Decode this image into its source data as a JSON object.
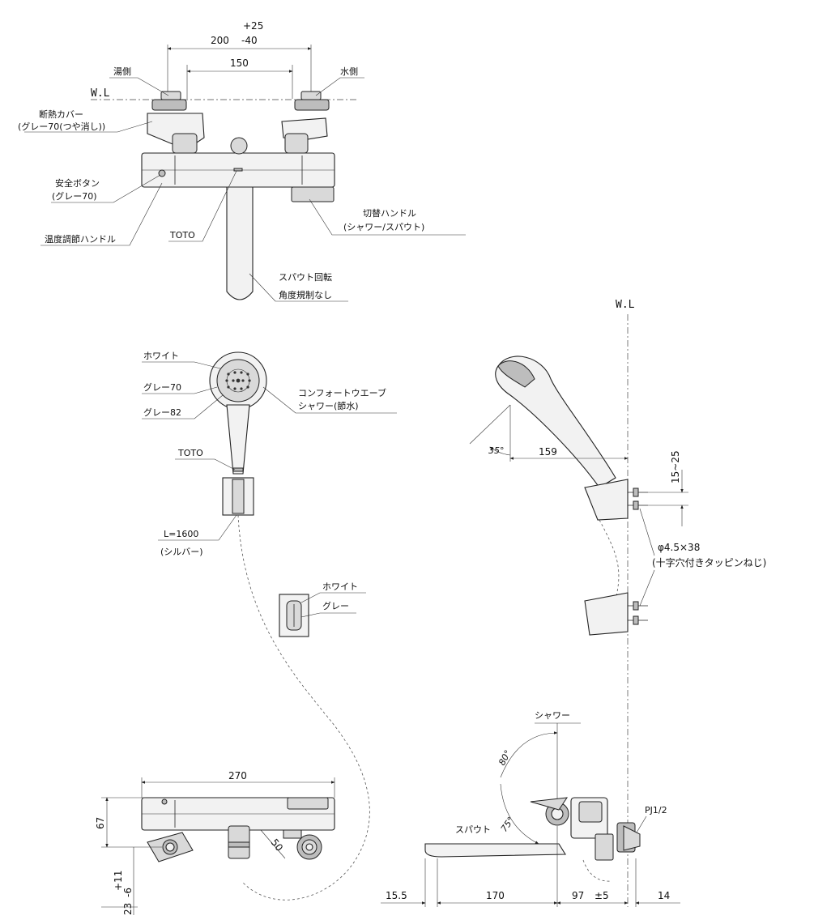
{
  "colors": {
    "line": "#222222",
    "fill_light": "#f2f2f2",
    "fill_mid": "#d9d9d9",
    "fill_dark": "#bdbdbd"
  },
  "top_view": {
    "dim_tolerance_plus": "+25",
    "dim_width": "200",
    "dim_tolerance_minus": "-40",
    "dim_spacing": "150",
    "wl": "W.L",
    "hot_side": "湯側",
    "cold_side": "水側",
    "insulation_cover": "断熱カバー",
    "insulation_cover_color": "(グレー70(つや消し))",
    "safety_button": "安全ボタン",
    "safety_button_color": "(グレー70)",
    "temp_handle": "温度調節ハンドル",
    "toto": "TOTO",
    "switch_handle": "切替ハンドル",
    "switch_handle_sub": "(シャワー/スパウト)",
    "spout_rotation": "スパウト回転",
    "spout_rotation_sub": "角度規制なし"
  },
  "shower_head": {
    "white": "ホワイト",
    "grey70": "グレー70",
    "grey82": "グレー82",
    "comfort_wave": "コンフォートウエーブ",
    "comfort_wave_sub": "シャワー(節水)",
    "toto": "TOTO",
    "hose_length": "L=1600",
    "hose_color": "(シルバー)"
  },
  "bracket_small": {
    "white": "ホワイト",
    "grey": "グレー"
  },
  "side_view": {
    "wl": "W.L",
    "angle_35": "35°",
    "dim_159": "159",
    "dim_15_25": "15~25",
    "screw_size": "φ4.5×38",
    "screw_desc": "(十字穴付きタッピンねじ)"
  },
  "bottom_front": {
    "dim_270": "270",
    "dim_67": "67",
    "dim_plus11": "+11",
    "dim_23": "23",
    "dim_minus6": "-6",
    "dim_50": "50"
  },
  "bottom_side": {
    "shower": "シャワー",
    "angle_80": "80°",
    "angle_75": "75°",
    "spout": "スパウト",
    "pj": "PJ1/2",
    "dim_15_5": "15.5",
    "dim_170": "170",
    "dim_97": "97",
    "dim_pm5": "±5",
    "dim_14": "14"
  }
}
